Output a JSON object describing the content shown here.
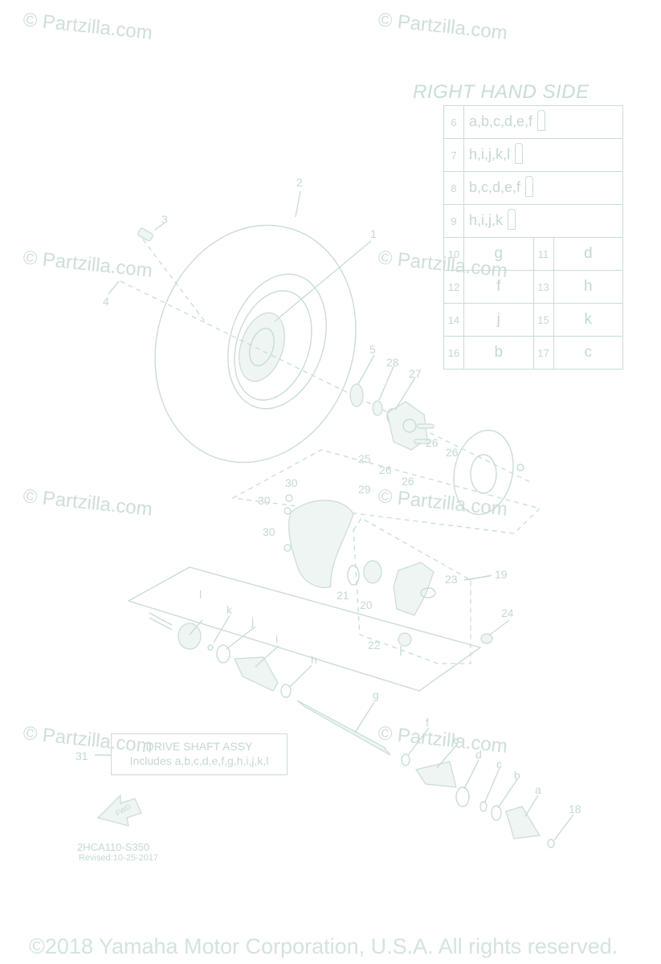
{
  "watermark": "© Partzilla.com",
  "rhs_title": "RIGHT HAND SIDE",
  "ref_table": {
    "wide_rows": [
      {
        "num": "6",
        "letters": "a,b,c,d,e,f"
      },
      {
        "num": "7",
        "letters": "h,i,j,k,l"
      },
      {
        "num": "8",
        "letters": "b,c,d,e,f"
      },
      {
        "num": "9",
        "letters": "h,i,j,k"
      }
    ],
    "pair_rows": [
      {
        "n1": "10",
        "v1": "g",
        "n2": "11",
        "v2": "d"
      },
      {
        "n1": "12",
        "v1": "f",
        "n2": "13",
        "v2": "h"
      },
      {
        "n1": "14",
        "v1": "j",
        "n2": "15",
        "v2": "k"
      },
      {
        "n1": "16",
        "v1": "b",
        "n2": "17",
        "v2": "c"
      }
    ]
  },
  "callouts": {
    "c1": "1",
    "c2": "2",
    "c3": "3",
    "c4": "4",
    "c5": "5",
    "c18": "18",
    "c19": "19",
    "c20": "20",
    "c21": "21",
    "c22": "22",
    "c23": "23",
    "c24": "24",
    "c25": "25",
    "c26": "26",
    "c27": "27",
    "c28": "28",
    "c29": "29",
    "c30": "30",
    "c31": "31",
    "a": "a",
    "b": "b",
    "c": "c",
    "d": "d",
    "e": "e",
    "f": "f",
    "g": "g",
    "h": "h",
    "i": "i",
    "j": "j",
    "k": "k",
    "l": "l"
  },
  "assy_box": {
    "line1": "DRIVE SHAFT ASSY",
    "line2": "Includes a,b,c,d,e,f,g,h,i,j,k,l"
  },
  "fwd_label": "FWD",
  "part_code": "2HCA110-S350",
  "revised": "Revised:10-25-2017",
  "copyright": "©2018 Yamaha Motor Corporation, U.S.A. All rights reserved."
}
